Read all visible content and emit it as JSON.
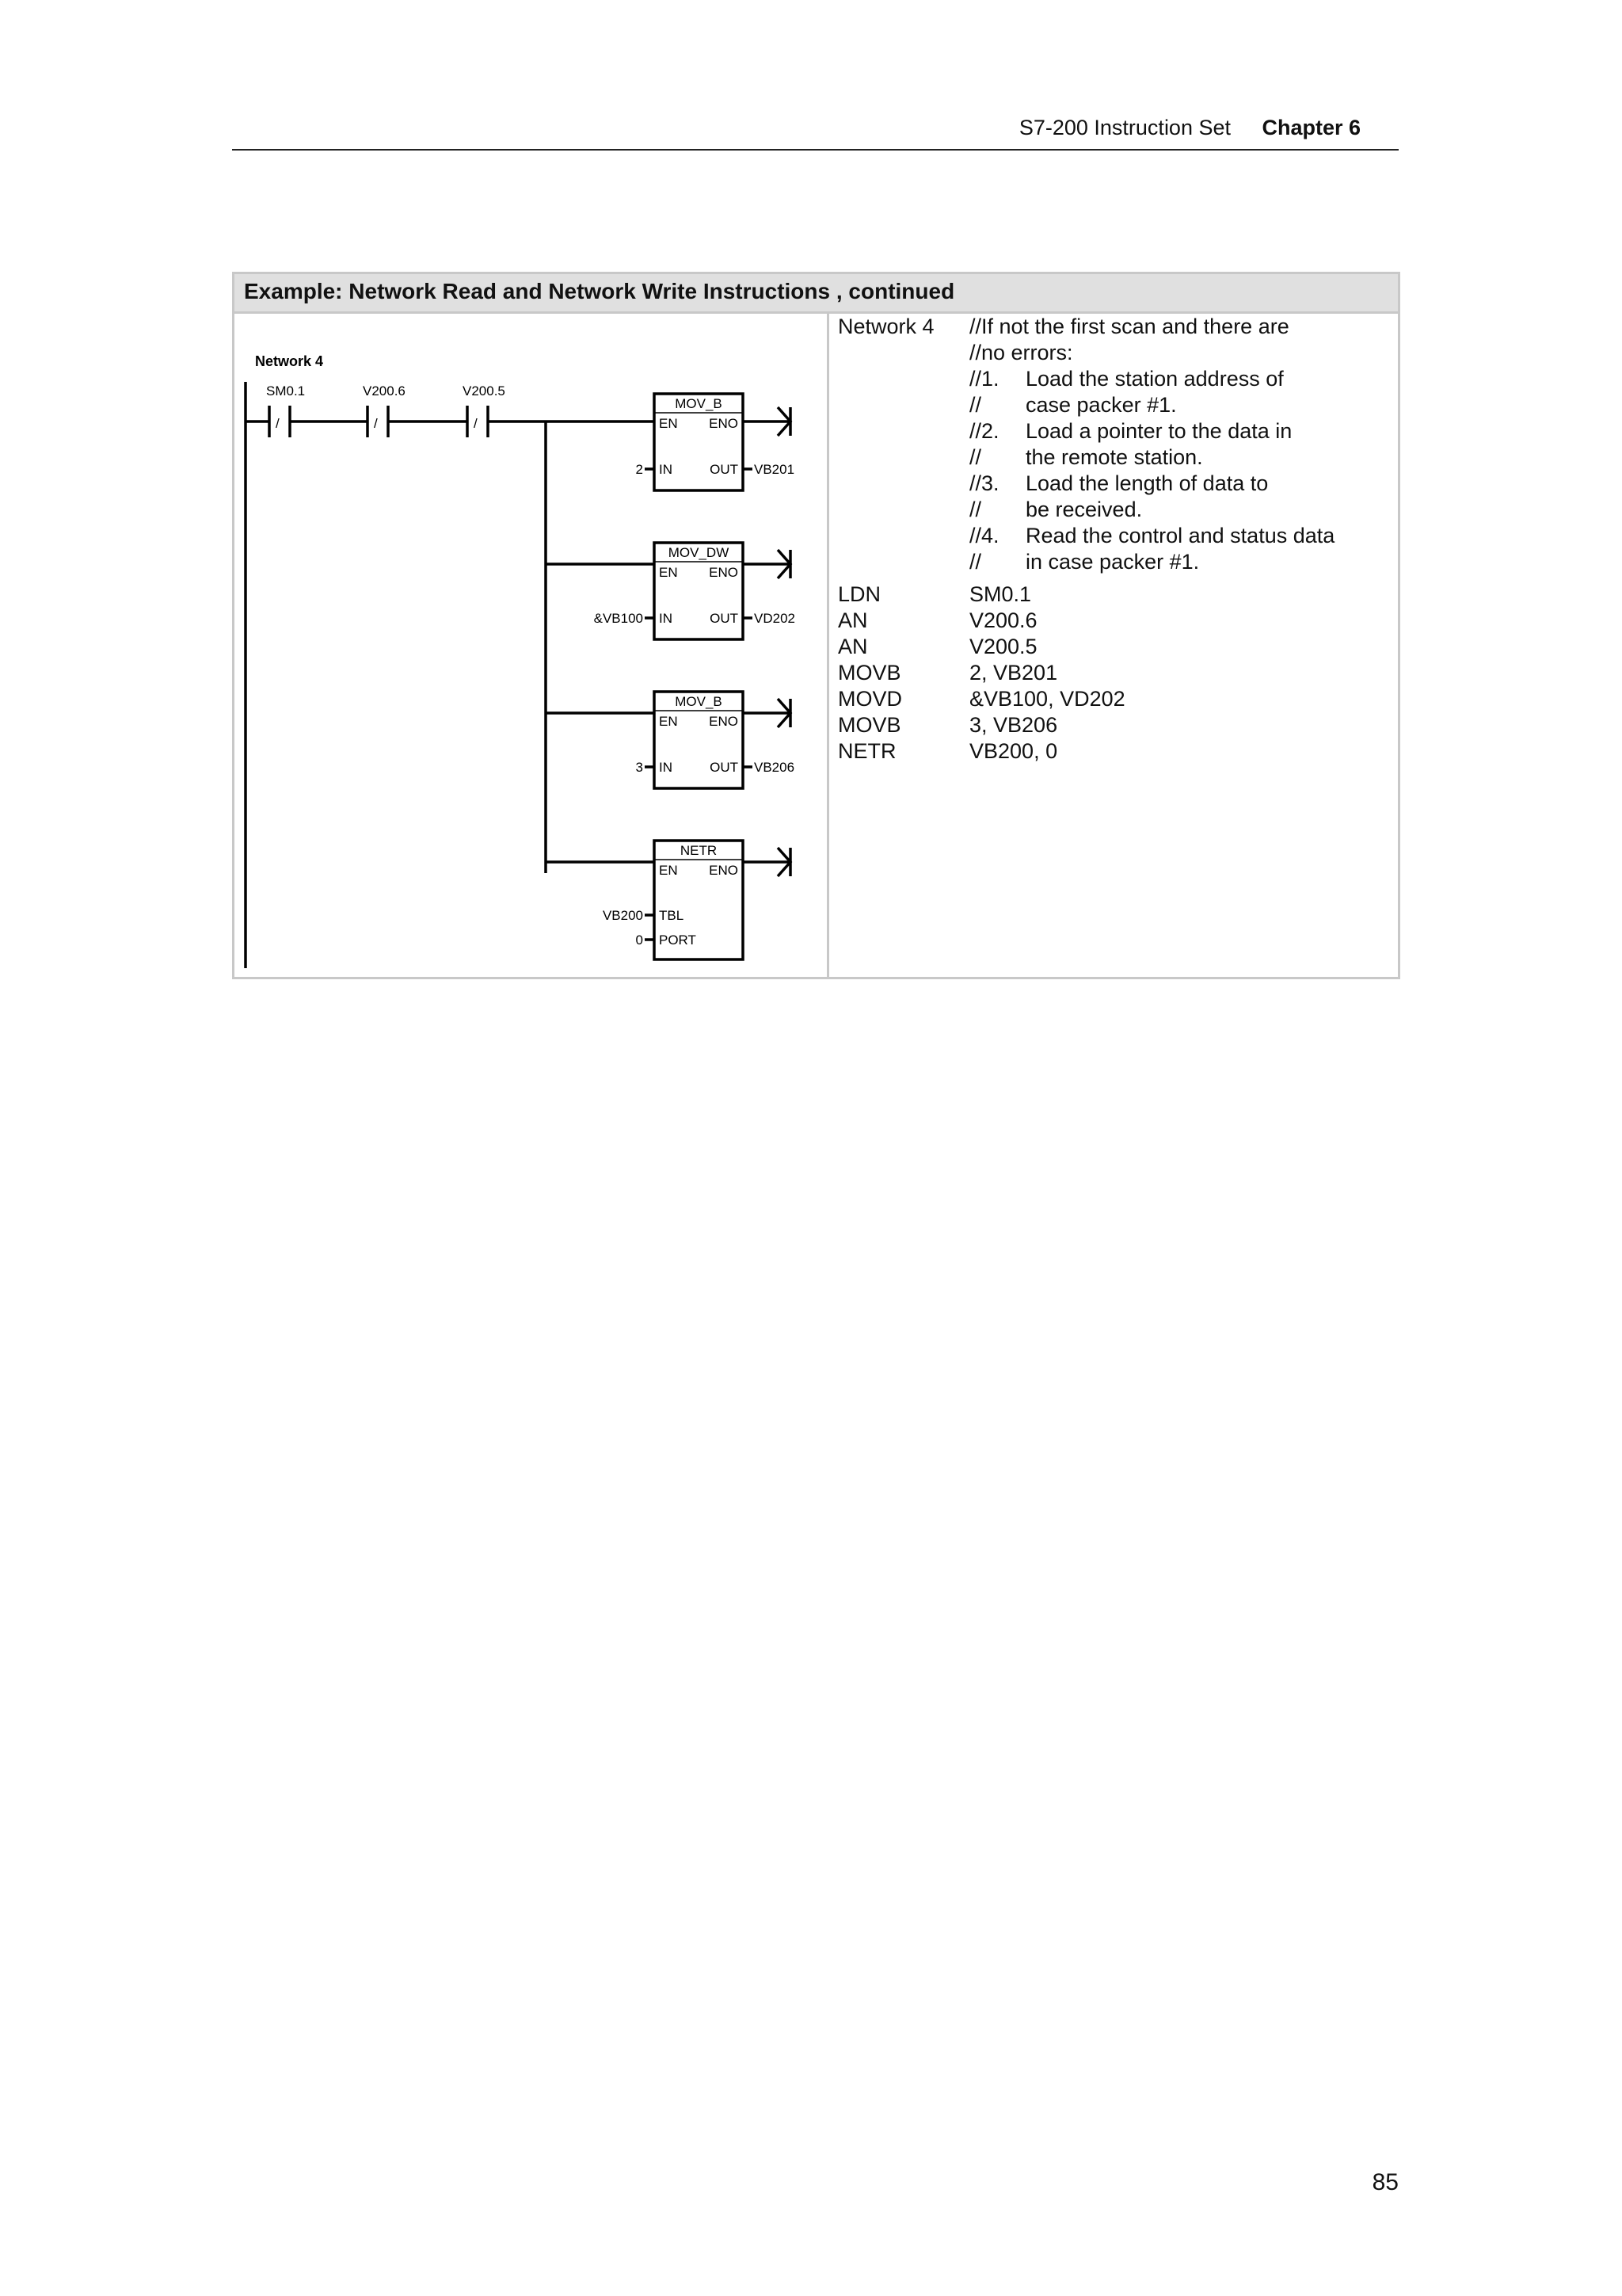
{
  "header": {
    "title": "S7-200 Instruction Set",
    "chapter": "Chapter 6"
  },
  "table": {
    "title": "Example: Network Read and Network Write Instructions , continued"
  },
  "ladder": {
    "network_label": "Network 4",
    "contacts": [
      "SM0.1",
      "V200.6",
      "V200.5"
    ],
    "contact_symbol": "/",
    "boxes": [
      {
        "name": "MOV_B",
        "en": "EN",
        "eno": "ENO",
        "in_label": "IN",
        "out_label": "OUT",
        "in_value": "2",
        "out_value": "VB201"
      },
      {
        "name": "MOV_DW",
        "en": "EN",
        "eno": "ENO",
        "in_label": "IN",
        "out_label": "OUT",
        "in_value": "&VB100",
        "out_value": "VD202"
      },
      {
        "name": "MOV_B",
        "en": "EN",
        "eno": "ENO",
        "in_label": "IN",
        "out_label": "OUT",
        "in_value": "3",
        "out_value": "VB206"
      },
      {
        "name": "NETR",
        "en": "EN",
        "eno": "ENO",
        "tbl_label": "TBL",
        "port_label": "PORT",
        "tbl_value": "VB200",
        "port_value": "0"
      }
    ]
  },
  "stl": {
    "network_label": "Network 4",
    "comments": [
      {
        "num": "",
        "text": " //If not the first scan and there are"
      },
      {
        "num": "//no errors:",
        "text": ""
      },
      {
        "num": "//1.",
        "text": "Load the station address of"
      },
      {
        "num": "//",
        "text": "case packer #1."
      },
      {
        "num": "//2.",
        "text": "Load a pointer to the data in"
      },
      {
        "num": "//",
        "text": "the remote station."
      },
      {
        "num": "//3.",
        "text": "Load the length of data to"
      },
      {
        "num": "//",
        "text": "be received."
      },
      {
        "num": "//4.",
        "text": "Read the control and status data"
      },
      {
        "num": "//",
        "text": "in case packer #1."
      }
    ],
    "instructions": [
      {
        "op": "LDN",
        "arg": "SM0.1"
      },
      {
        "op": "AN",
        "arg": "V200.6"
      },
      {
        "op": "AN",
        "arg": "V200.5"
      },
      {
        "op": "MOVB",
        "arg": "2, VB201"
      },
      {
        "op": "MOVD",
        "arg": "&VB100, VD202"
      },
      {
        "op": "MOVB",
        "arg": "3, VB206"
      },
      {
        "op": "NETR",
        "arg": "VB200, 0"
      }
    ]
  },
  "page_number": "85"
}
